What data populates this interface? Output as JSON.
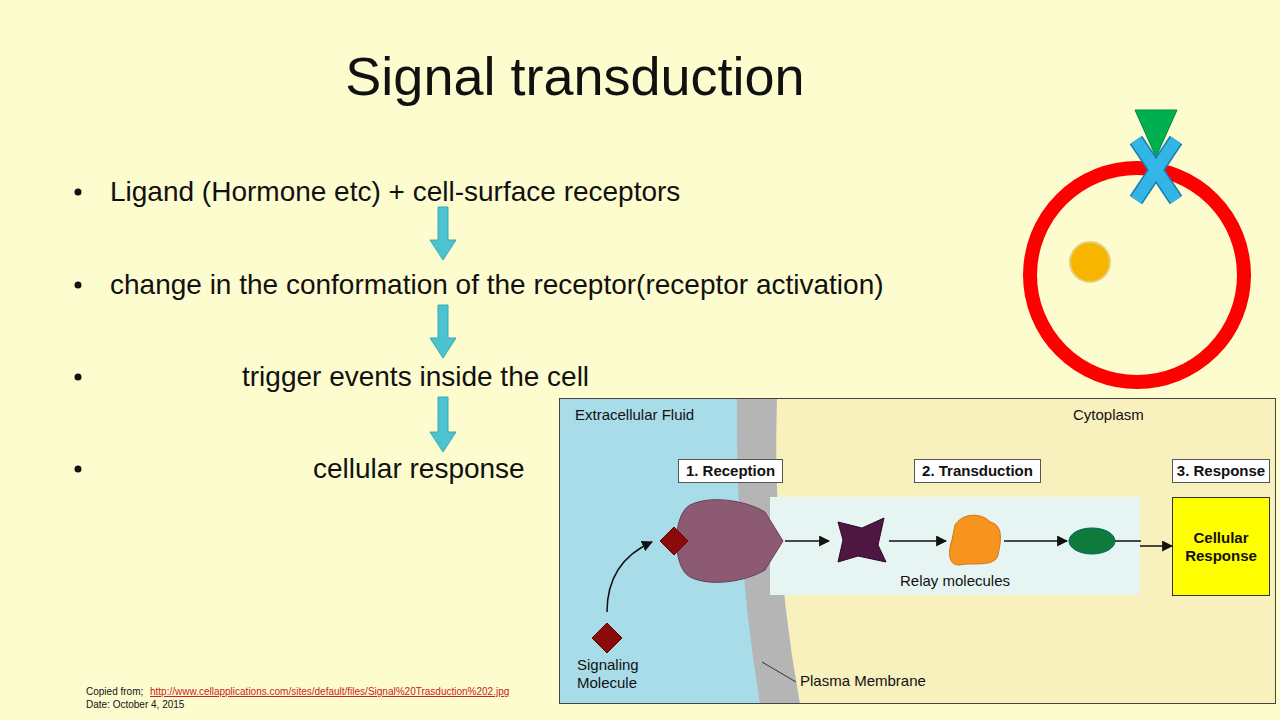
{
  "diagram": {
    "title": "Signal transduction",
    "nodes": [
      {
        "text": [
          "Extracellular Fluid",
          "Signaling Molecule"
        ]
      },
      {
        "text": [
          "Cytoplasm"
        ]
      },
      {
        "text": [
          "1. Reception"
        ]
      },
      {
        "text": [
          "2. Transduction"
        ],
        "in": 1
      },
      {
        "text": [
          "3. Response"
        ],
        "in": 1
      },
      {
        "text": [
          "Relay molecules"
        ],
        "in": 1
      },
      {
        "text": [
          "Cellular Response"
        ],
        "in": 1
      }
    ],
    "edges": [
      {
        "from": 5,
        "to": 6,
        "arrow": "to"
      }
    ],
    "labels": [
      "Ligand (Hormone etc) + cell-surface receptors",
      "change in the conformation of the receptor(receptor activation)",
      "trigger events inside the cell",
      "cellular response",
      "Plasma Membrane",
      "Copied from;",
      "http://www.cellapplications.com/sites/default/files/Signal%20Trasduction%202.jpg",
      "Date: October 4, 2015"
    ]
  }
}
